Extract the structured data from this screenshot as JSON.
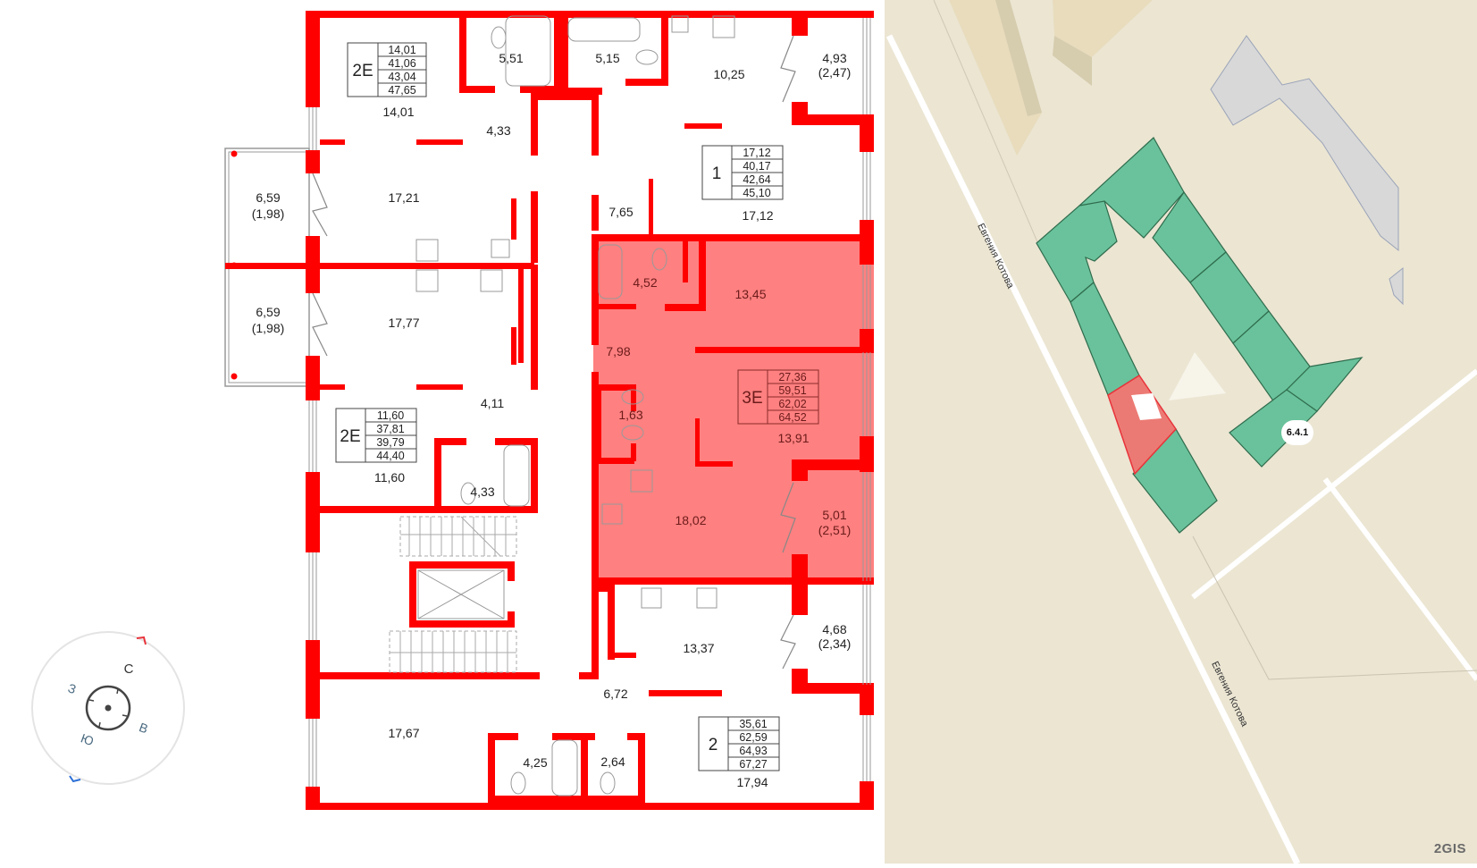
{
  "floor_plan": {
    "selected_apartment": {
      "type": "3E",
      "areas": [
        "27,36",
        "59,51",
        "62,02",
        "64,52"
      ],
      "highlight_color": "#ff8080",
      "rooms": [
        "13,45",
        "4,52",
        "7,98",
        "1,63",
        "13,91",
        "18,02",
        "5,01",
        "(2,51)"
      ]
    },
    "apartments": [
      {
        "type": "2E",
        "areas": [
          "14,01",
          "41,06",
          "43,04",
          "47,65"
        ]
      },
      {
        "type": "1",
        "areas": [
          "17,12",
          "40,17",
          "42,64",
          "45,10"
        ]
      },
      {
        "type": "2E",
        "areas": [
          "11,60",
          "37,81",
          "39,79",
          "44,40"
        ]
      },
      {
        "type": "2",
        "areas": [
          "35,61",
          "62,59",
          "64,93",
          "67,27"
        ]
      }
    ],
    "room_labels": {
      "r1": "5,51",
      "r2": "5,15",
      "r3": "10,25",
      "r4a": "4,93",
      "r4b": "(2,47)",
      "r5": "14,01",
      "r6": "4,33",
      "r7": "17,21",
      "r8a": "6,59",
      "r8b": "(1,98)",
      "r9": "7,65",
      "r10": "17,12",
      "r11a": "6,59",
      "r11b": "(1,98)",
      "r12": "17,77",
      "r13": "4,11",
      "r14": "4,33",
      "r15": "11,60",
      "r16": "13,37",
      "r17a": "4,68",
      "r17b": "(2,34)",
      "r18": "6,72",
      "r19": "17,67",
      "r20": "4,25",
      "r21": "2,64",
      "r22": "17,94"
    },
    "wall_color": "#ff0000"
  },
  "compass": {
    "north": "С",
    "east": "В",
    "south": "Ю",
    "west": "З",
    "north_marker_color": "#e8333a",
    "south_marker_color": "#2b6fd6"
  },
  "map": {
    "street_name": "Евгения Котова",
    "building_number": "6.4.1",
    "attribution": "2GIS",
    "colors": {
      "background": "#ebe5d2",
      "target_building": "#69c29b",
      "target_outline": "#2f6b4d",
      "selected_section": "#ec7a74",
      "neighbor_building": "#d8d8d8",
      "old_building": "#e8dcbd"
    }
  }
}
